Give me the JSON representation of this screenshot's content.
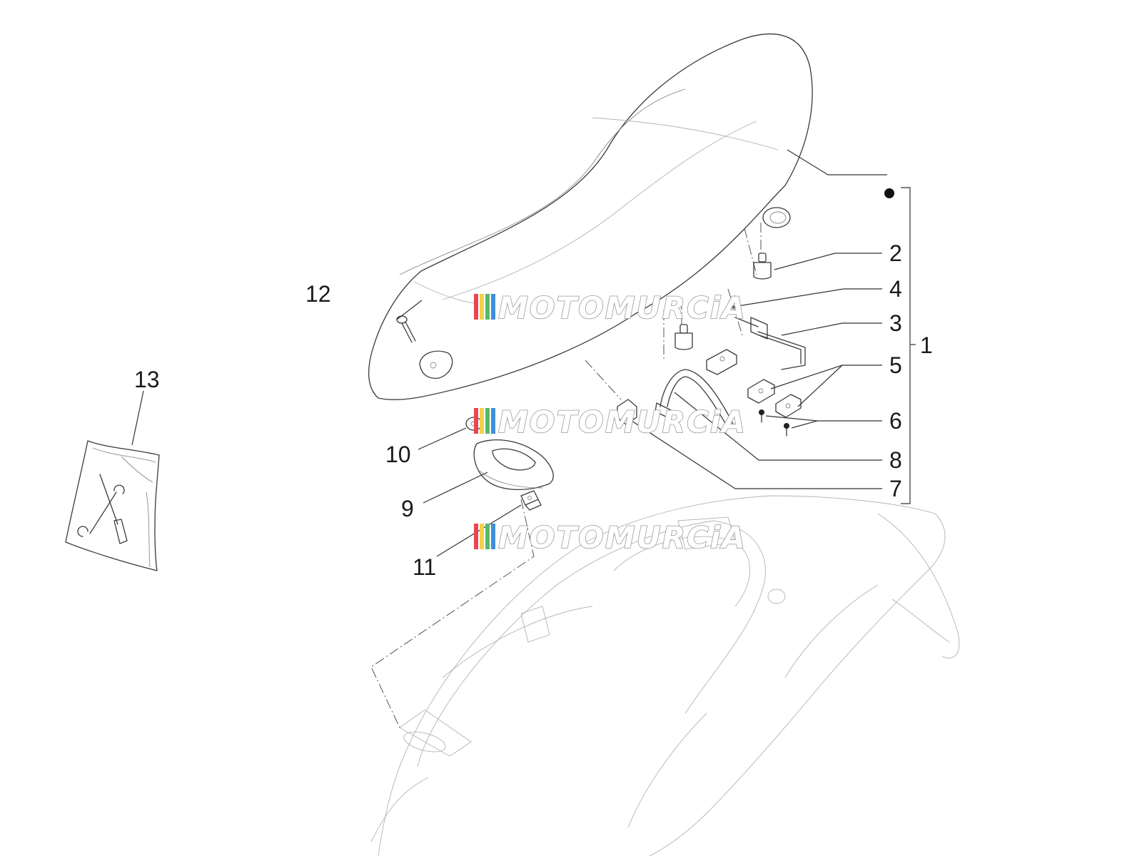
{
  "diagram": {
    "callouts": [
      "1",
      "2",
      "3",
      "4",
      "5",
      "6",
      "7",
      "8",
      "9",
      "10",
      "11",
      "12",
      "13"
    ],
    "watermark": {
      "text": "MOTOMURCiA",
      "stripe_colors": [
        "#e8474f",
        "#f2d14c",
        "#56b86a",
        "#3f8fd8"
      ]
    }
  }
}
